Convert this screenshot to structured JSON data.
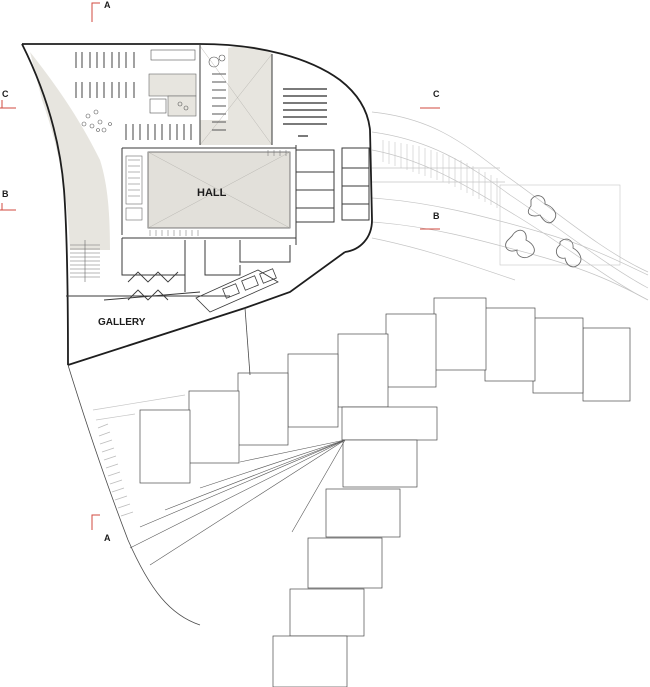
{
  "rooms": {
    "hall": "HALL",
    "gallery": "GALLERY"
  },
  "section_markers": [
    {
      "letter": "A"
    },
    {
      "letter": "A"
    },
    {
      "letter": "B"
    },
    {
      "letter": "B"
    },
    {
      "letter": "C"
    },
    {
      "letter": "C"
    }
  ],
  "colors": {
    "wall": "#1e1e1e",
    "thin_line": "#5c5c5c",
    "faint_line": "#bdbdbd",
    "floor_fill": "#e7e5df",
    "hall_fill": "#e2e0da",
    "section_marker": "#d04a3f"
  }
}
